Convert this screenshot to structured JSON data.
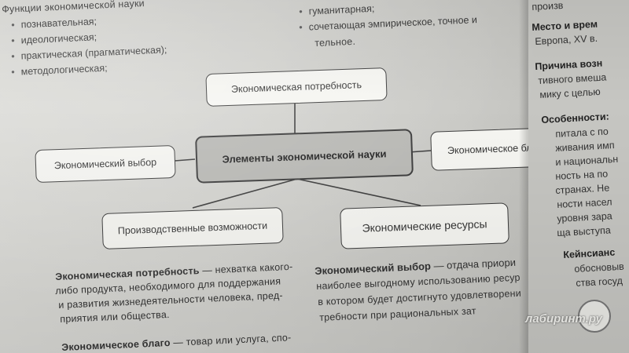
{
  "top_left": {
    "heading": "Функции экономической науки",
    "bullets": [
      "познавательная;",
      "идеологическая;",
      "практическая (прагматическая);",
      "методологическая;"
    ]
  },
  "top_middle": {
    "lines": [
      "гуманитарная;",
      "сочетающая эмпирическое, точное и",
      "тельное."
    ]
  },
  "diagram": {
    "center": "Элементы экономической науки",
    "top": "Экономическая потребность",
    "left": "Экономический выбор",
    "right": "Экономическое благо",
    "bottom_left": "Производственные возможности",
    "bottom_right": "Экономические ресурсы"
  },
  "definitions": {
    "need_term": "Экономическая потребность",
    "need_line1": " — нехватка какого-",
    "need_line2": "либо продукта, необходимого для поддержания",
    "need_line3": "и развития жизнедеятельности человека, пред-",
    "need_line4": "приятия или общества.",
    "good_term": "Экономическое благо",
    "good_line1": " — товар или услуга, спо-",
    "choice_term": "Экономический выбор",
    "choice_line1": " — отдача приори",
    "choice_line2": "наиболее выгодному использованию ресур",
    "choice_line3": "в котором будет достигнуто удовлетворени",
    "choice_line4": "требности при рациональных зат"
  },
  "right_column": {
    "top_fragment": "произв",
    "place_heading": "Место и врем",
    "place_text": "Европа, XV в.",
    "cause_heading": "Причина возн",
    "cause_line1": "тивного вмеша",
    "cause_line2": "мику с целью",
    "features_heading": "Особенности:",
    "features_lines": [
      "питала с по",
      "живания имп",
      "и национальн",
      "ность на по",
      "странах. Не",
      "ности насел",
      "уровня зара",
      "ща выступа"
    ],
    "keynes_heading": "Кейнсианс",
    "keynes_lines": [
      "обосновыв",
      "ства госуд"
    ]
  },
  "watermark": "лабиринт.ру"
}
